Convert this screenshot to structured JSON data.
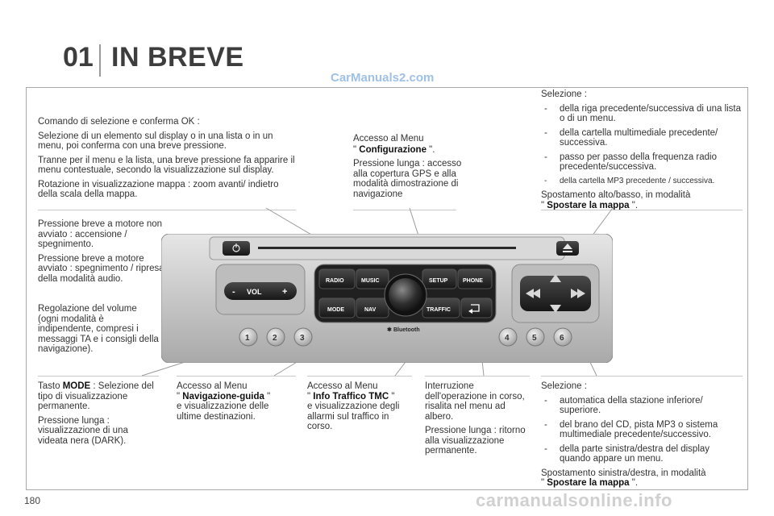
{
  "header": {
    "number": "01",
    "title": "IN BREVE"
  },
  "watermark_top": "CarManuals2.com",
  "watermark_bottom": "carmanualsonline.info",
  "page_number": "180",
  "blocks": {
    "ok": [
      "Comando di selezione e conferma OK :",
      "Selezione di un elemento sul display o in una lista o in un menu, poi conferma con una breve pressione.",
      "Tranne per il menu e la lista, una breve pressione fa apparire il menu contestuale, secondo la visualizzazione sul display.",
      "Rotazione in visualizzazione mappa : zoom avanti/ indietro della scala della mappa."
    ],
    "config": {
      "l1": "Accesso al Menu",
      "q1": "\" ",
      "bold": "Configurazione",
      "q2": " \".",
      "p2": "Pressione lunga : accesso alla copertura GPS e alla modalità dimostrazione di navigazione"
    },
    "select_top": {
      "title": "Selezione :",
      "items": [
        "della riga precedente/successiva di una lista o di un menu.",
        "della cartella multimediale precedente/ successiva.",
        "passo per passo della frequenza radio precedente/successiva."
      ],
      "small_item": "della cartella MP3 precedente / successiva.",
      "move_text": "Spostamento alto/basso, in modalità",
      "move_q1": "\" ",
      "move_bold": "Spostare la mappa",
      "move_q2": " \"."
    },
    "power": [
      "Pressione breve a motore non avviato : accensione / spegnimento.",
      "Pressione breve a motore avviato : spegnimento / ripresa della modalità audio."
    ],
    "volume": "Regolazione del volume (ogni modalità è indipendente, compresi i messaggi TA e i consigli della navigazione).",
    "mode": {
      "pre": "Tasto ",
      "bold": "MODE",
      "post": " : Selezione del tipo di visualizzazione permanente.",
      "p2": "Pressione lunga : visualizzazione di una videata nera (DARK)."
    },
    "nav": {
      "l1": "Accesso al Menu",
      "q1": "\" ",
      "bold": "Navigazione-guida",
      "q2": " \"",
      "post": "e visualizzazione delle ultime destinazioni."
    },
    "traffic": {
      "l1": "Accesso al Menu",
      "q1": "\" ",
      "bold": "Info Traffico TMC",
      "q2": " \"",
      "post": "e visualizzazione degli allarmi sul traffico in corso."
    },
    "back": [
      "Interruzione dell'operazione in corso, risalita nel menu ad albero.",
      "Pressione lunga : ritorno alla visualizzazione permanente."
    ],
    "select_bottom": {
      "title": "Selezione :",
      "items": [
        "automatica della stazione inferiore/ superiore.",
        "del brano del CD, pista MP3 o sistema multimediale precedente/successivo.",
        "della parte sinistra/destra del display quando appare un menu."
      ],
      "move_text": "Spostamento sinistra/destra, in modalità",
      "move_q1": "\" ",
      "move_bold": "Spostare la mappa",
      "move_q2": " \"."
    }
  },
  "radio": {
    "buttons": {
      "radio": "RADIO",
      "music": "MUSIC",
      "setup": "SETUP",
      "phone": "PHONE",
      "mode": "MODE",
      "nav": "NAV",
      "traffic": "TRAFFIC",
      "vol": "VOL",
      "vol_minus": "-",
      "vol_plus": "+"
    },
    "bluetooth": "Bluetooth",
    "presets": [
      "1",
      "2",
      "3",
      "4",
      "5",
      "6"
    ]
  }
}
